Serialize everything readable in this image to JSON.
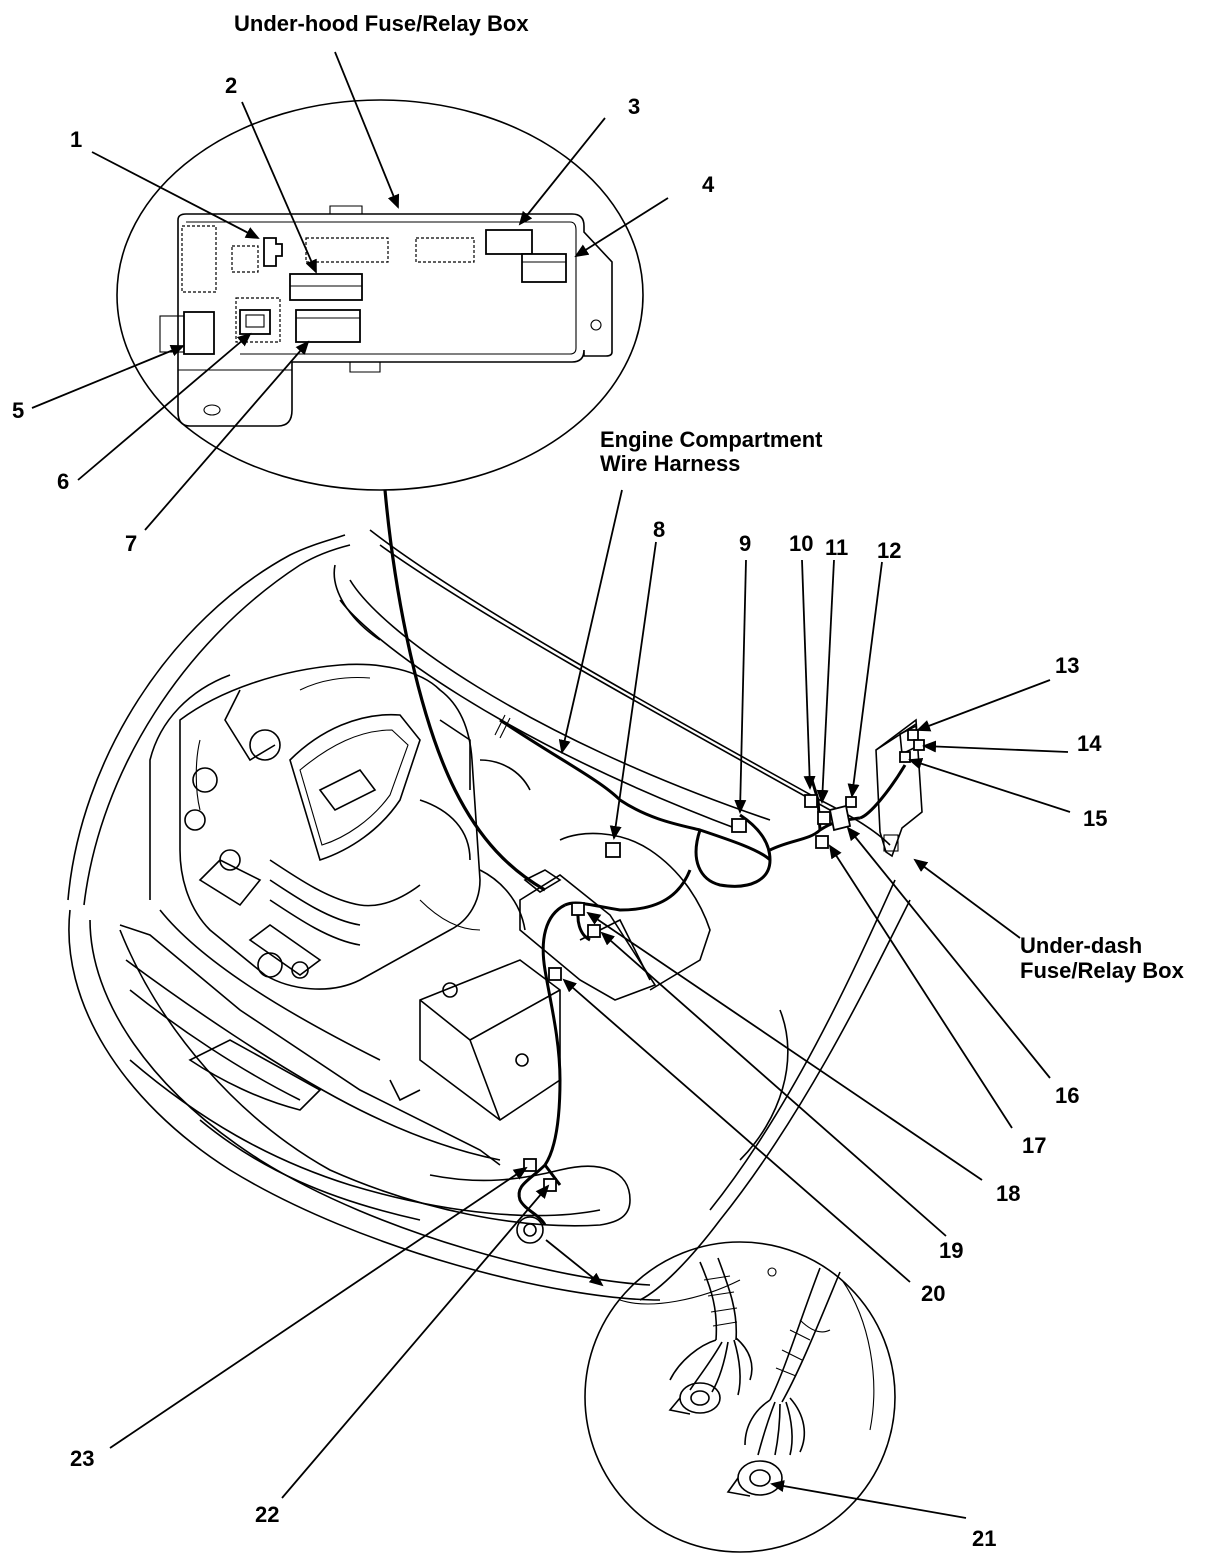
{
  "titles": {
    "underhood_box": "Under-hood Fuse/Relay Box",
    "engine_harness_1": "Engine Compartment",
    "engine_harness_2": "Wire Harness",
    "underdash_box_1": "Under-dash",
    "underdash_box_2": "Fuse/Relay Box"
  },
  "callouts": [
    "1",
    "2",
    "3",
    "4",
    "5",
    "6",
    "7",
    "8",
    "9",
    "10",
    "11",
    "12",
    "13",
    "14",
    "15",
    "16",
    "17",
    "18",
    "19",
    "20",
    "21",
    "22",
    "23"
  ]
}
